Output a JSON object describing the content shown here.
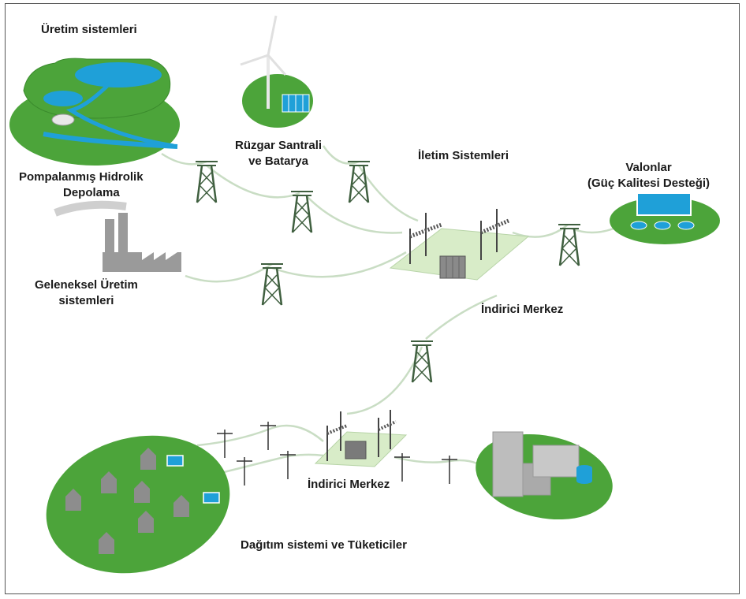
{
  "labels": {
    "uretim": "Üretim sistemleri",
    "ruzgar1": "Rüzgar Santrali",
    "ruzgar2": "ve Batarya",
    "pompa1": "Pompalanmış Hidrolik",
    "pompa2": "Depolama",
    "iletim": "İletim Sistemleri",
    "valonlar1": "Valonlar",
    "valonlar2": "(Güç Kalitesi Desteği)",
    "geleneksel1": "Geleneksel Üretim",
    "geleneksel2": "sistemleri",
    "indirici_upper": "İndirici Merkez",
    "indirici_lower": "İndirici Merkez",
    "dagitim": "Dağıtım sistemi ve Tüketiciler"
  },
  "colors": {
    "green": "#4ca43a",
    "light_green": "#d8ecc8",
    "water": "#1fa0d8",
    "tower": "#3f5f3f",
    "line": "#c9ddc4",
    "gray": "#9a9a9a"
  }
}
